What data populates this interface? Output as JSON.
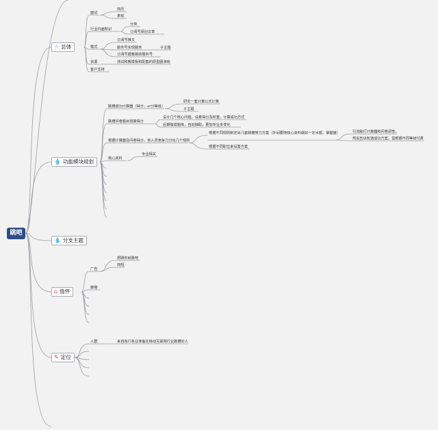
{
  "root": "跳吧",
  "colors": {
    "root_bg": "#2f4e88",
    "line": "#9a9da3",
    "star": "#3b6fd8",
    "drop": "#2f78d8",
    "home": "#d44a36",
    "pin": "#c0392b"
  },
  "branches": {
    "overview": {
      "label": "总体",
      "icon": "star-icon"
    },
    "module": {
      "label": "功能模块规划",
      "icon": "water-drop-icon"
    },
    "topic": {
      "label": "分支主题",
      "icon": "water-drop-icon"
    },
    "feeling": {
      "label": "情怀",
      "icon": "home-icon"
    },
    "position": {
      "label": "定位",
      "icon": "pin-icon"
    }
  },
  "overview": {
    "interview": "面试",
    "resume": "简历",
    "expression": "表现",
    "industry": "行业内面知识",
    "category": "分类",
    "subscribe_article": "订阅号原创文章",
    "pattern": "模式",
    "sub_push": "订阅号推文",
    "service_impl": "服务号实现服务",
    "subtopic": "子主题",
    "sub_follow": "订阅号跟着跳转服务号",
    "resource": "资源",
    "resource_desc": "测试和教模板和配套的原型图演练",
    "support": "客户支持"
  },
  "module": {
    "success_calc": "跳槽成功计算器（得分，or分等级）",
    "study_formula": "研究一套计算公式计算",
    "subtopic": "子主题",
    "self_score": "跳槽问卷题目测算得分",
    "design_core": "设计几个核心问题，设着得分及权重，计算成功方式",
    "after_answer": "后期做成题库，自动抽取，更加专业多变化",
    "by_result": "根据计算器及问卷得分，将入员竞争力分出几个规则",
    "plan_a": "根据不同规则制定出几套跳槽努力方案（外间要随核心资料做好一定水额，掌握度）",
    "plan_b": "根据不同职位来设置方案",
    "lead_a": "引流敌打计算器和问卷调查，",
    "lead_b": "然后告诉知道成功方案，需根据不同等级付费",
    "core": "核心资料",
    "professional": "专业相关"
  },
  "feeling": {
    "ads": "广告",
    "ad_a": "想跳你就跳吧",
    "ad_b": "简短",
    "strategy": "策略"
  },
  "position": {
    "crowd": "人群",
    "crowd_desc": "来自各行各业准备往移动互联网行业跳槽的人"
  }
}
